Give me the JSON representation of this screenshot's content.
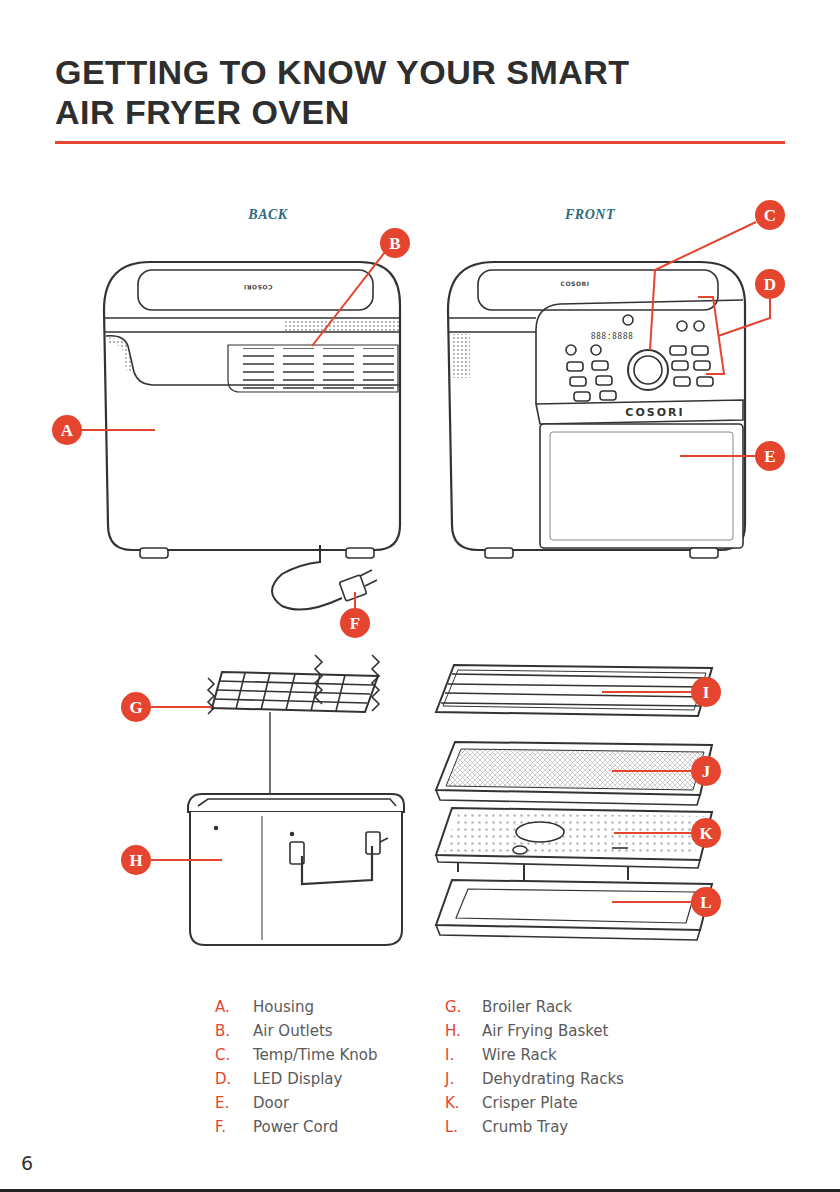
{
  "diagram": {
    "title": "GETTING TO KNOW YOUR SMART AIR FRYER OVEN",
    "nodes": [
      {
        "text": [
          "C"
        ]
      },
      {
        "text": [
          "B"
        ]
      },
      {
        "text": [
          "D"
        ]
      },
      {
        "text": [
          "A"
        ]
      },
      {
        "text": [
          "E"
        ]
      },
      {
        "text": [
          "F"
        ]
      },
      {
        "text": [
          "I"
        ]
      },
      {
        "text": [
          "G"
        ]
      },
      {
        "text": [
          "J"
        ]
      },
      {
        "text": [
          "K"
        ]
      },
      {
        "text": [
          "H"
        ]
      },
      {
        "text": [
          "L"
        ]
      }
    ],
    "labels": [
      "BACK",
      "FRONT",
      "COSORI",
      "COSORI",
      "888:8888",
      "COSORI",
      "A.",
      "Housing",
      "G.",
      "Broiler Rack",
      "B.",
      "Air Outlets",
      "H.",
      "Air Frying Basket",
      "C.",
      "Temp/Time Knob",
      "I.",
      "Wire Rack",
      "D.",
      "LED Display",
      "J.",
      "Dehydrating Racks",
      "E.",
      "Door",
      "K.",
      "Crisper Plate",
      "F.",
      "Power Cord",
      "L.",
      "Crumb Tray",
      "6"
    ]
  }
}
